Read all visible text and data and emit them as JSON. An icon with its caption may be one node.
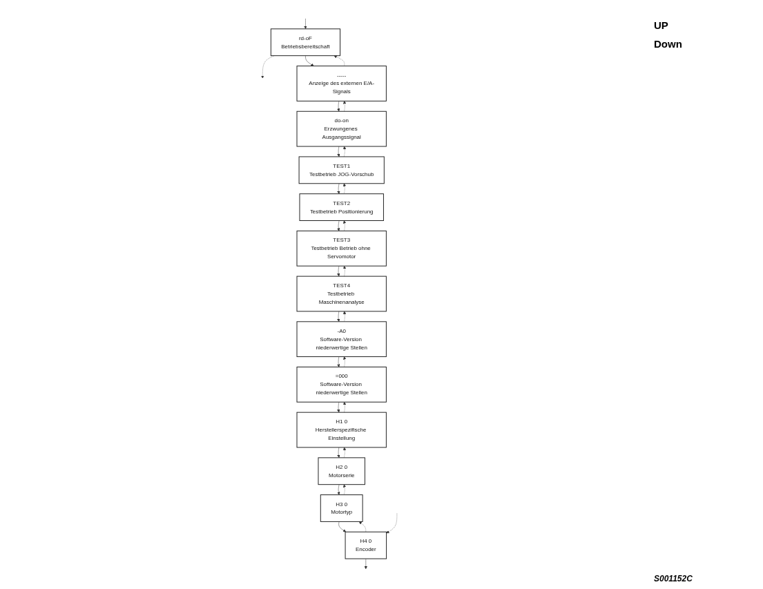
{
  "diagram": {
    "nodes": [
      {
        "text": [
          "rd-oF",
          "Betriebsbereitschaft"
        ]
      },
      {
        "text": [
          "-----",
          "Anzeige des externen E/A-Signals"
        ]
      },
      {
        "text": [
          "do-on",
          "Erzwungenes Ausgangssignal"
        ]
      },
      {
        "text": [
          "TEST1",
          "Testbetrieb JOG-Vorschub"
        ]
      },
      {
        "text": [
          "TEST2",
          "Testbetrieb Positionierung"
        ]
      },
      {
        "text": [
          "TEST3",
          "Testbetrieb Betrieb ohne Servomotor"
        ]
      },
      {
        "text": [
          "TEST4",
          "Testbetrieb Maschinenanalyse"
        ]
      },
      {
        "text": [
          "-A0",
          "Software-Version niederwertige Stellen"
        ]
      },
      {
        "text": [
          "=000",
          "Software-Version niederwertige Stellen"
        ]
      },
      {
        "text": [
          "H1 0",
          "Herstellerspezifische Einstellung"
        ]
      },
      {
        "text": [
          "H2 0",
          "Motorserie"
        ]
      },
      {
        "text": [
          "H3 0",
          "Motortyp"
        ]
      },
      {
        "text": [
          "H4 0",
          "Encoder"
        ]
      }
    ],
    "edges": [
      {
        "from": null,
        "to": 0,
        "arrow": "to"
      },
      {
        "from": 0,
        "to": null,
        "arrow": "to",
        "style": "dashed"
      },
      {
        "from": 0,
        "to": 1,
        "arrow": "to"
      },
      {
        "from": 1,
        "to": 0,
        "arrow": "to",
        "style": "dashed"
      },
      {
        "from": 1,
        "to": 2,
        "arrow": "to"
      },
      {
        "from": 2,
        "to": 1,
        "arrow": "to",
        "style": "dashed"
      },
      {
        "from": 2,
        "to": 3,
        "arrow": "to"
      },
      {
        "from": 3,
        "to": 2,
        "arrow": "to",
        "style": "dashed"
      },
      {
        "from": 3,
        "to": 4,
        "arrow": "to"
      },
      {
        "from": 4,
        "to": 3,
        "arrow": "to",
        "style": "dashed"
      },
      {
        "from": 4,
        "to": 5,
        "arrow": "to"
      },
      {
        "from": 5,
        "to": 4,
        "arrow": "to",
        "style": "dashed"
      },
      {
        "from": 5,
        "to": 6,
        "arrow": "to"
      },
      {
        "from": 6,
        "to": 5,
        "arrow": "to",
        "style": "dashed"
      },
      {
        "from": 6,
        "to": 7,
        "arrow": "to"
      },
      {
        "from": 7,
        "to": 6,
        "arrow": "to",
        "style": "dashed"
      },
      {
        "from": 7,
        "to": 8,
        "arrow": "to"
      },
      {
        "from": 8,
        "to": 7,
        "arrow": "to",
        "style": "dashed"
      },
      {
        "from": 8,
        "to": 9,
        "arrow": "to"
      },
      {
        "from": 9,
        "to": 8,
        "arrow": "to",
        "style": "dashed"
      },
      {
        "from": 9,
        "to": 10,
        "arrow": "to"
      },
      {
        "from": 10,
        "to": 9,
        "arrow": "to",
        "style": "dashed"
      },
      {
        "from": 10,
        "to": 11,
        "arrow": "to"
      },
      {
        "from": 11,
        "to": 10,
        "arrow": "to",
        "style": "dashed"
      },
      {
        "from": 11,
        "to": 12,
        "arrow": "to"
      },
      {
        "from": 12,
        "to": 11,
        "arrow": "to",
        "style": "dashed"
      },
      {
        "from": 12,
        "to": null,
        "arrow": "to"
      },
      {
        "from": null,
        "to": 12,
        "arrow": "to",
        "style": "dashed"
      }
    ],
    "labels": [
      "UP",
      "Down",
      "S001152C"
    ]
  }
}
